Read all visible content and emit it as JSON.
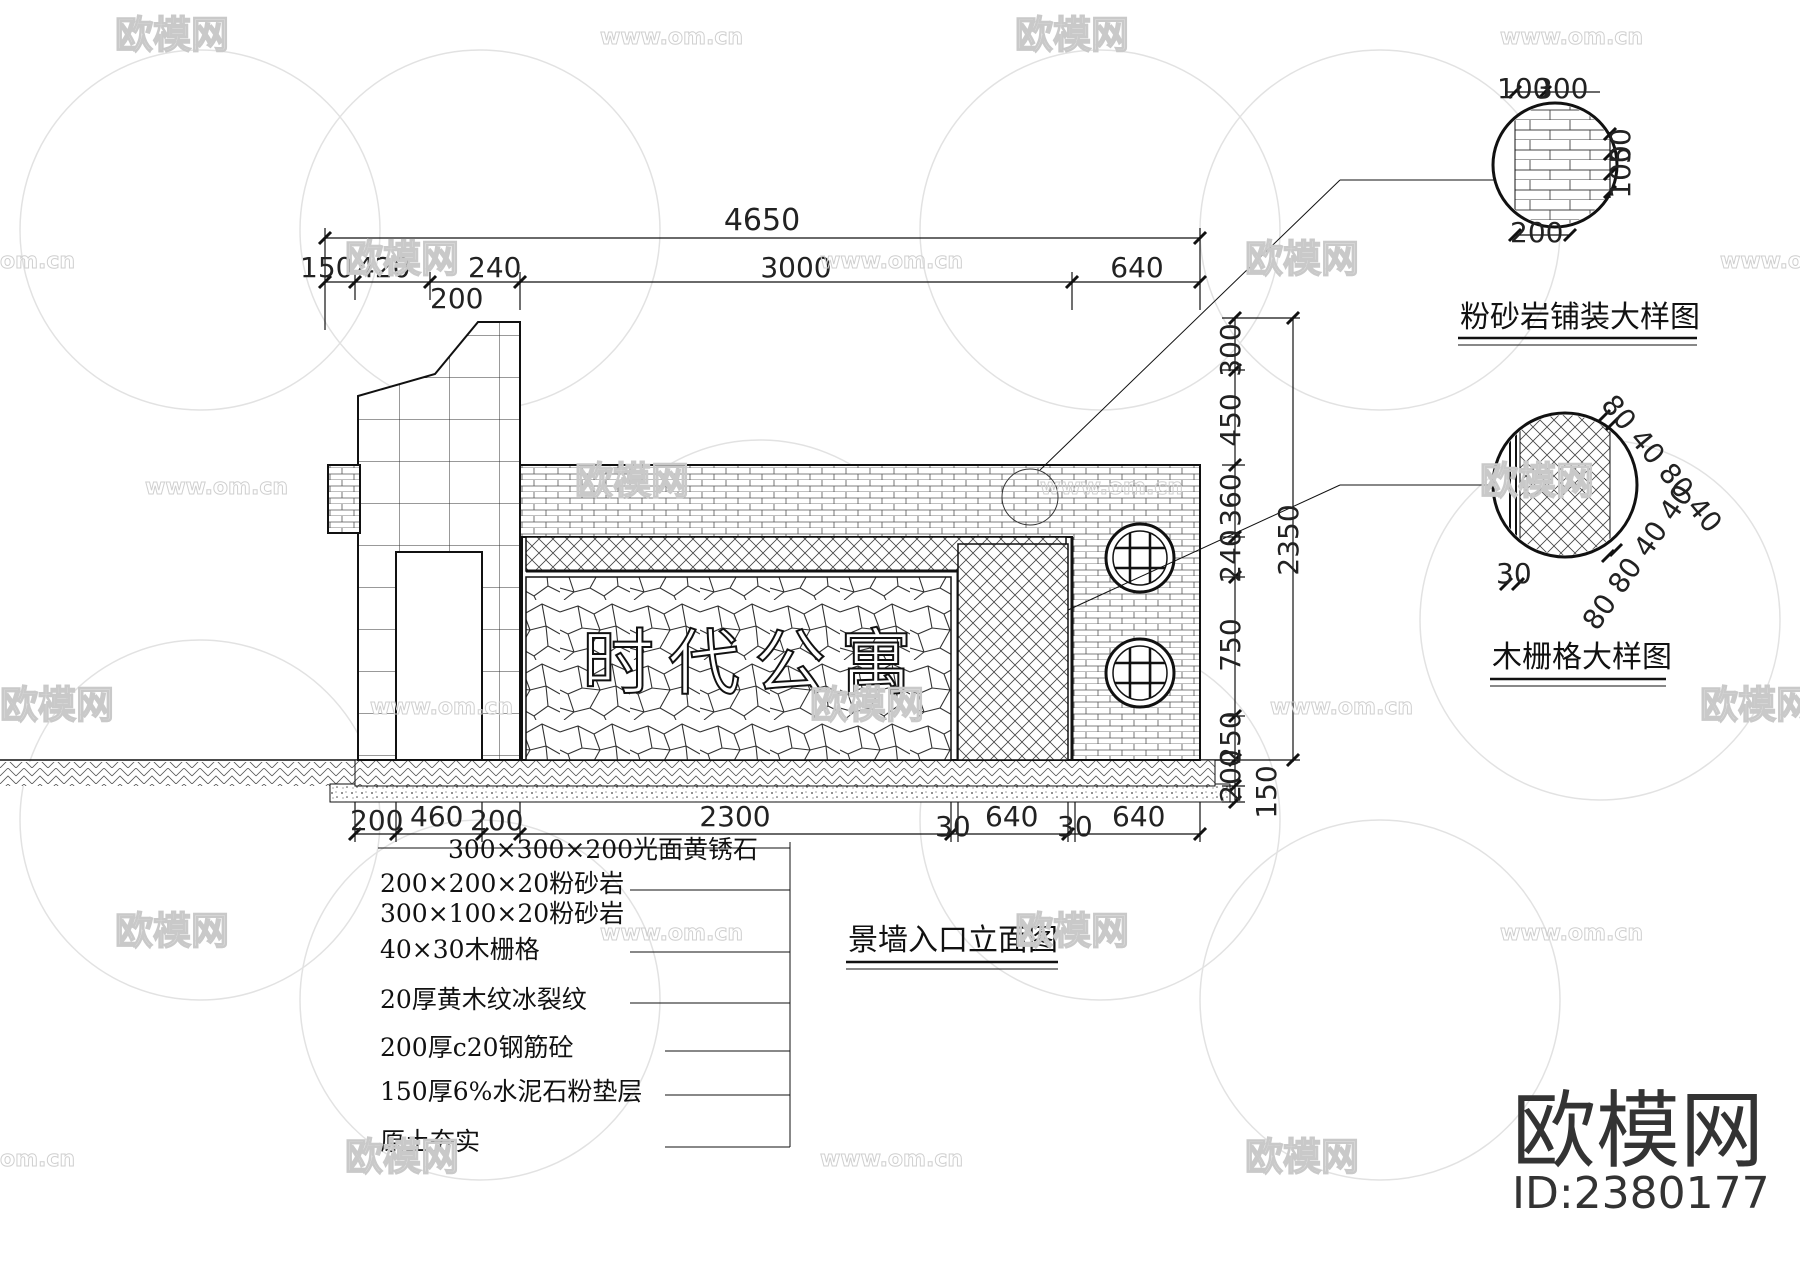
{
  "drawing": {
    "main_title": "景墙入口立面图",
    "detail_paving_title": "粉砂岩铺装大样图",
    "detail_grille_title": "木栅格大样图",
    "sign_text": "时代公寓"
  },
  "dimensions_top": {
    "overall": "4650",
    "d150": "150",
    "d420": "420",
    "d240": "240",
    "d200": "200",
    "d3000": "3000",
    "d640": "640"
  },
  "dimensions_right": {
    "h300": "300",
    "h450": "450",
    "h360": "360",
    "h240": "240",
    "h750": "750",
    "h250": "250",
    "h200": "200",
    "h150": "150",
    "total": "2350"
  },
  "dimensions_bottom": {
    "b200a": "200",
    "b460": "460",
    "b200b": "200",
    "b2300": "2300",
    "b30a": "30",
    "b640a": "640",
    "b30b": "30",
    "b640b": "640"
  },
  "paving_detail": {
    "d100": "100",
    "d300": "300",
    "d200": "200",
    "d100v": "100",
    "d50": "50"
  },
  "grille_detail": {
    "top": "80 40 80 40",
    "side": "30",
    "bottom": "80 80 40 40"
  },
  "material_notes": [
    "300×300×200光面黄锈石",
    "200×200×20粉砂岩",
    "300×100×20粉砂岩",
    "40×30木栅格",
    "20厚黄木纹冰裂纹",
    "200厚c20钢筋砼",
    "150厚6%水泥石粉垫层",
    "原土夯实"
  ],
  "watermark": {
    "name": "欧模网",
    "url": "www.om.cn",
    "url_partial": "om.cn",
    "name_partial": "欧模网"
  },
  "brand": {
    "name": "欧模网",
    "id": "ID:2380177"
  },
  "colors": {
    "line": "#111111",
    "watermark": "#c9c9c9"
  }
}
